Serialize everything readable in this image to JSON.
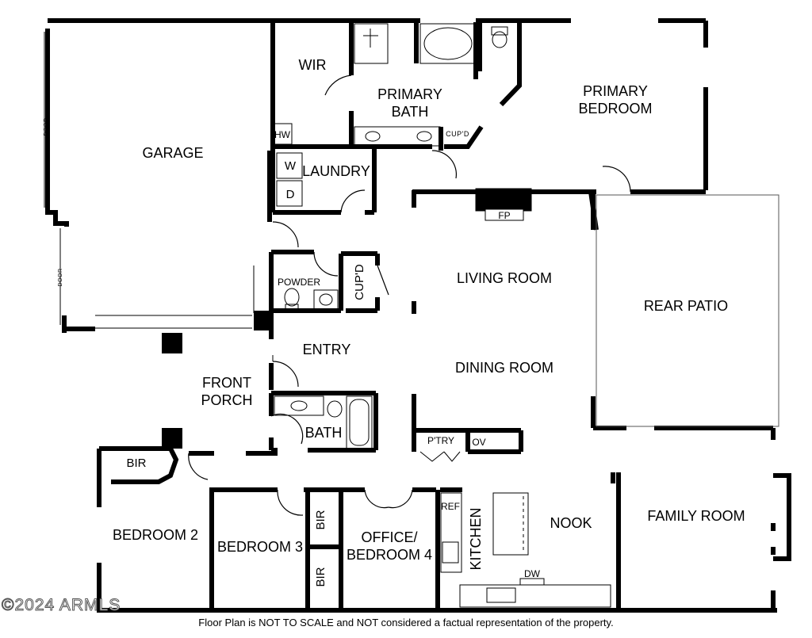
{
  "rooms": {
    "garage": "GARAGE",
    "garage_door_1": "DOOR",
    "garage_door_2": "DOOR",
    "wir": "WIR",
    "hw": "HW",
    "primary_bath_1": "PRIMARY",
    "primary_bath_2": "BATH",
    "cupd_bath": "CUP'D",
    "primary_bedroom_1": "PRIMARY",
    "primary_bedroom_2": "BEDROOM",
    "washer": "W",
    "dryer": "D",
    "laundry": "LAUNDRY",
    "powder": "POWDER",
    "cupd_hall": "CUP'D",
    "living_room": "LIVING ROOM",
    "fp": "FP",
    "rear_patio": "REAR PATIO",
    "entry": "ENTRY",
    "front_porch_1": "FRONT",
    "front_porch_2": "PORCH",
    "dining_room": "DINING ROOM",
    "bath": "BATH",
    "pantry": "P'TRY",
    "oven": "OV",
    "bir_1": "BIR",
    "bedroom_2": "BEDROOM 2",
    "bedroom_3": "BEDROOM 3",
    "bir_2": "BIR",
    "bir_3": "BIR",
    "office_1": "OFFICE/",
    "office_2": "BEDROOM 4",
    "ref": "REF",
    "kitchen": "KITCHEN",
    "dw": "DW",
    "nook": "NOOK",
    "family_room": "FAMILY ROOM"
  },
  "footer": {
    "disclaimer": "Floor Plan is NOT TO SCALE and NOT considered a factual representation of the property.",
    "copyright": "©2024 ARMLS"
  }
}
